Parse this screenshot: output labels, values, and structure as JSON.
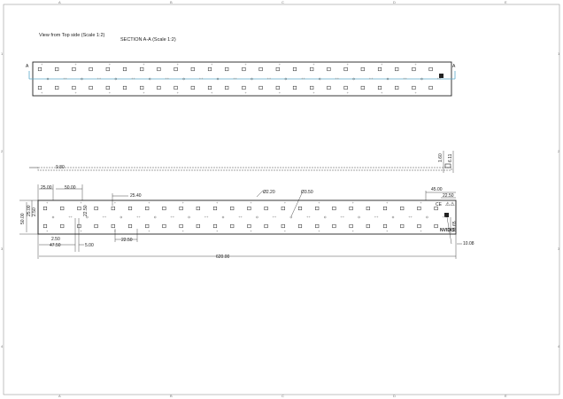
{
  "frame": {
    "columns": [
      "A",
      "B",
      "C",
      "D",
      "E"
    ],
    "rows": [
      "1",
      "2",
      "3",
      "4"
    ]
  },
  "titles": {
    "top_view": "View from Top side (Scale 1:2)",
    "section": "SECTION A-A (Scale 1:2)"
  },
  "section_marker": "A",
  "dimensions": {
    "thickness": "9.80",
    "d1": "1.60",
    "d2": "6.11",
    "d25": "25.00",
    "d50": "50.00",
    "d2540": "25.40",
    "hole1": "Ø2.20",
    "hole2": "Ø3.50",
    "d45": "45.00",
    "d2250r": "22.50",
    "h50": "50.00",
    "h25": "25.00",
    "h2_50": "2.50",
    "v2250": "22.50",
    "d2_50": "2.50",
    "d47_50": "47.50",
    "d5": "5.00",
    "d22_50b": "22.50",
    "total": "620.00",
    "d10_08": "10.08",
    "d18_65": "18.65"
  },
  "marks": {
    "ce": "CE",
    "brand": "NVIDIS"
  },
  "colors": {
    "line": "#222222",
    "section_line": "#5aa9c9"
  }
}
